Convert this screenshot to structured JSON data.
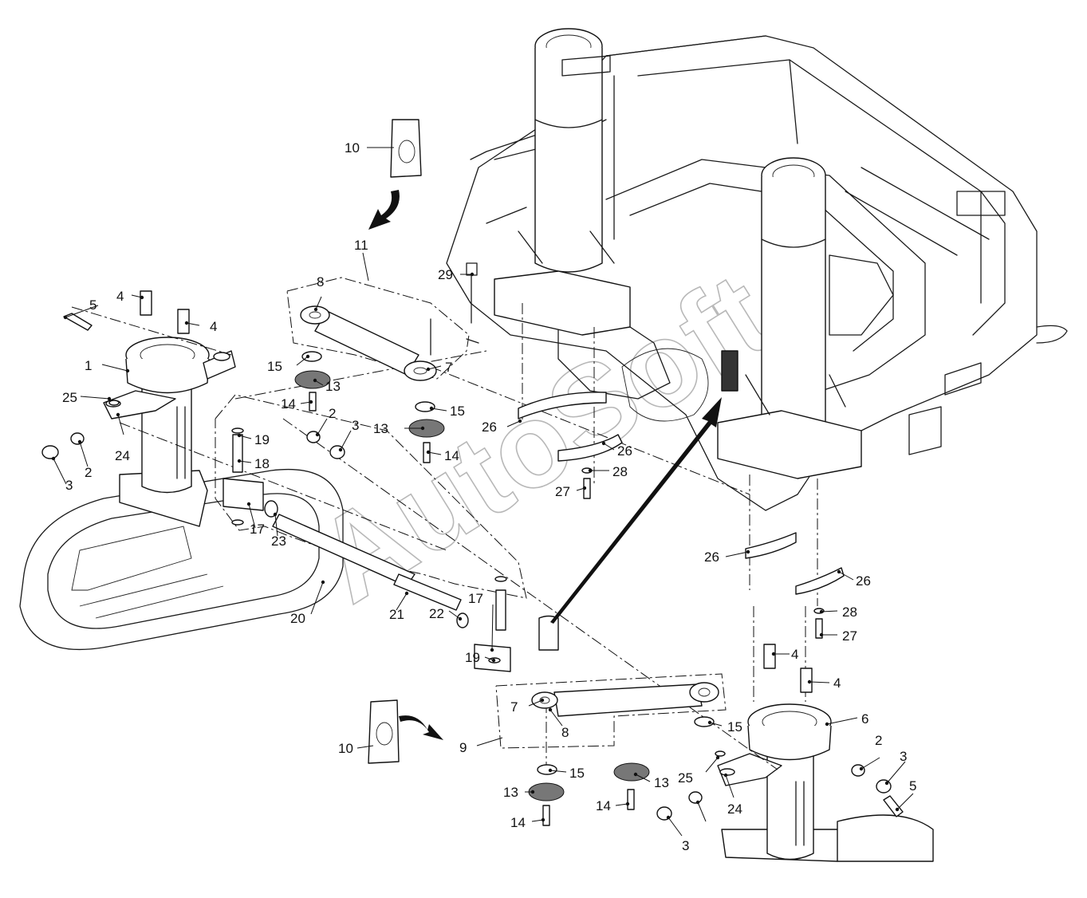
{
  "watermark": {
    "text": "AutoSoft"
  },
  "callouts": [
    "1",
    "2",
    "2",
    "2",
    "3",
    "3",
    "3",
    "3",
    "4",
    "4",
    "4",
    "4",
    "5",
    "5",
    "6",
    "7",
    "7",
    "8",
    "8",
    "9",
    "10",
    "10",
    "11",
    "13",
    "13",
    "13",
    "13",
    "14",
    "14",
    "14",
    "14",
    "15",
    "15",
    "15",
    "15",
    "17",
    "17",
    "18",
    "19",
    "19",
    "20",
    "21",
    "22",
    "23",
    "24",
    "24",
    "25",
    "25",
    "26",
    "26",
    "26",
    "26",
    "27",
    "27",
    "28",
    "28",
    "29"
  ]
}
